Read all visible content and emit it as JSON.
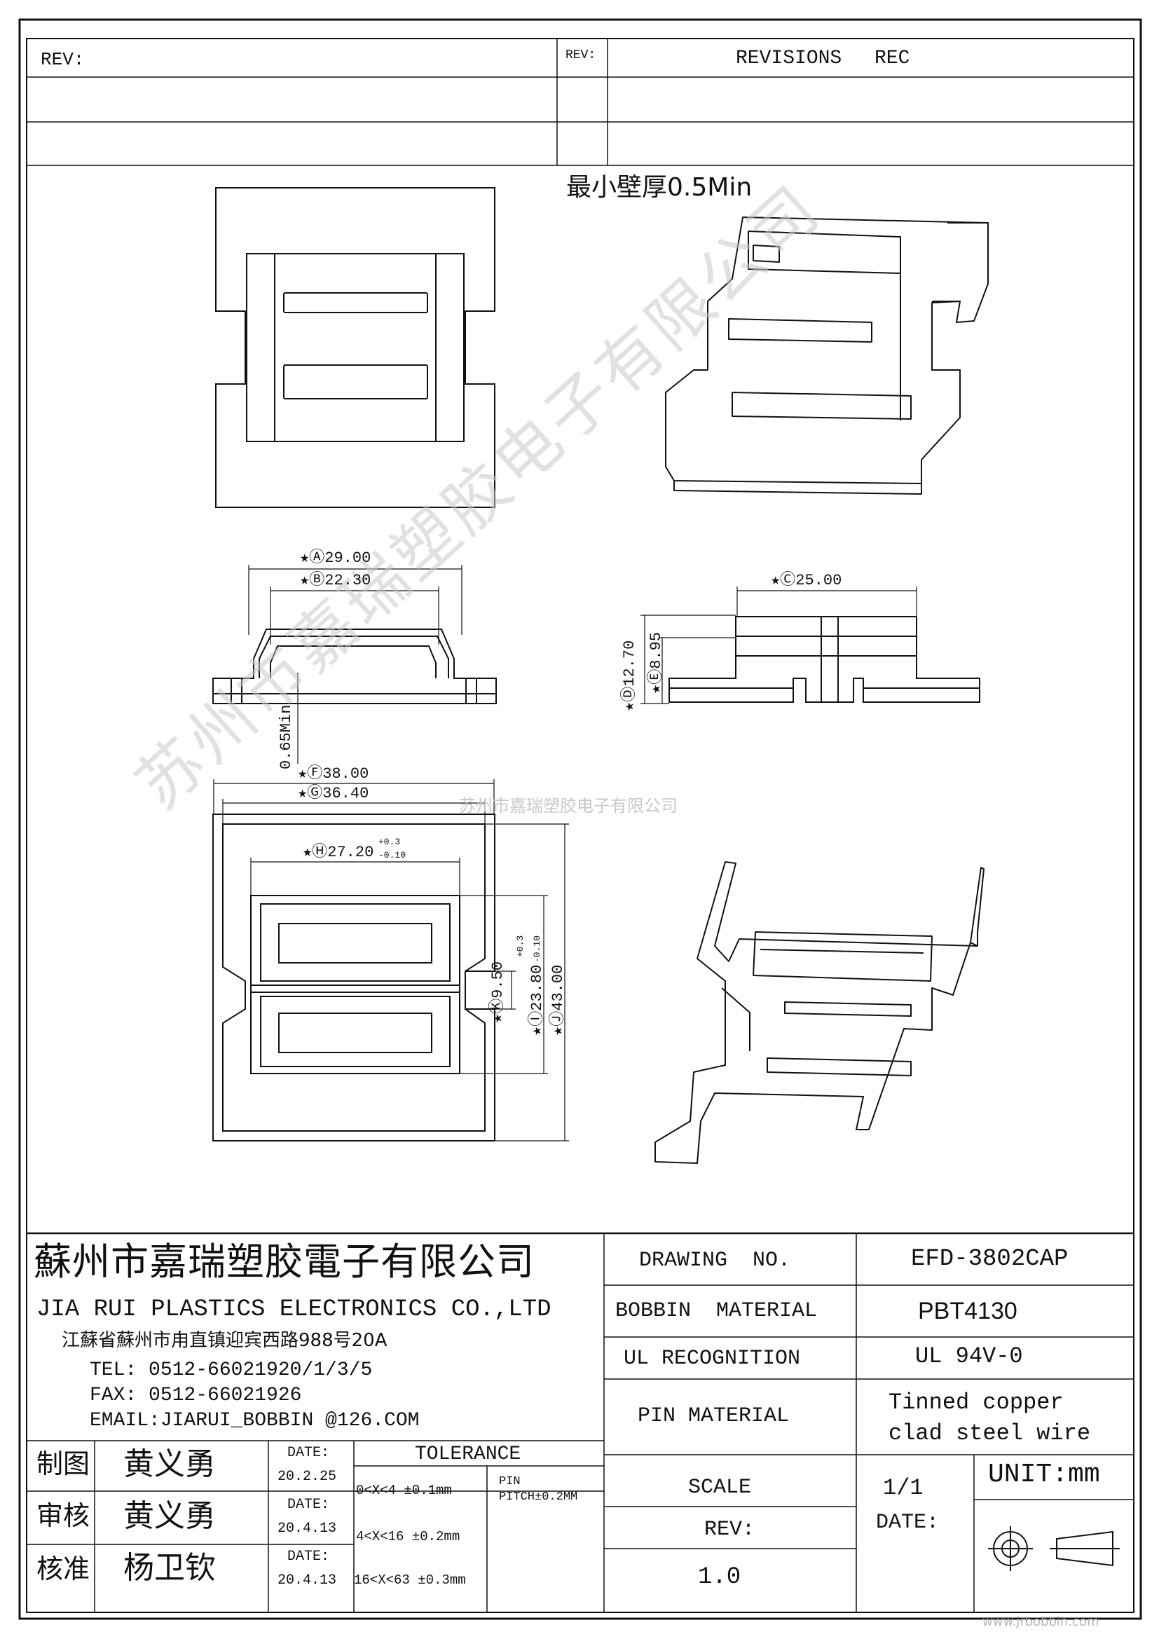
{
  "revision_block": {
    "rev_label": "REV:",
    "rev_label_short": "REV:",
    "revisions_label": "REVISIONS",
    "rec_label": "REC"
  },
  "notes": {
    "min_wall": "最小壁厚0.5Min"
  },
  "dimensions": {
    "A": "29.00",
    "B": "22.30",
    "C": "25.00",
    "D": "12.70",
    "E": "8.95",
    "F": "38.00",
    "G": "36.40",
    "H": "27.20",
    "H_tol_upper": "+0.3",
    "H_tol_lower": "-0.10",
    "I": "23.80",
    "I_tol_upper": "+0.3",
    "I_tol_lower": "-0.10",
    "J": "43.00",
    "K": "9.50",
    "wall_min": "0.65Min"
  },
  "dimension_letters": {
    "A": "Ⓐ",
    "B": "Ⓑ",
    "C": "Ⓒ",
    "D": "Ⓓ",
    "E": "Ⓔ",
    "F": "Ⓕ",
    "G": "Ⓖ",
    "H": "Ⓗ",
    "I": "Ⓘ",
    "J": "Ⓙ",
    "K": "Ⓚ"
  },
  "critical_mark": "★",
  "watermark_center": "苏州市嘉瑞塑胶电子有限公司",
  "watermark_diagonal": "苏州市嘉瑞塑胶电子有限公司",
  "company": {
    "name_cn": "蘇州市嘉瑞塑胶電子有限公司",
    "name_en": "JIA RUI PLASTICS ELECTRONICS CO.,LTD",
    "address": "江蘇省蘇州市甪直镇迎宾西路988号20A",
    "tel": "TEL: 0512-66021920/1/3/5",
    "fax": "FAX: 0512-66021926",
    "email": "EMAIL:JIARUI_BOBBIN @126.COM"
  },
  "title_block": {
    "drawing_no_label": "DRAWING  NO.",
    "drawing_no": "EFD-3802CAP",
    "bobbin_material_label": "BOBBIN  MATERIAL",
    "bobbin_material": "PBT4130",
    "ul_label": "UL RECOGNITION",
    "ul_value": "UL 94V-0",
    "pin_material_label": "PIN MATERIAL",
    "pin_material_line1": "Tinned copper",
    "pin_material_line2": "clad steel wire",
    "scale_label": "SCALE",
    "scale_value": "1/1",
    "rev_label": "REV:",
    "rev_value": "1.0",
    "unit_label": "UNIT:mm",
    "date_label": "DATE:"
  },
  "approvals": [
    {
      "role": "制图",
      "name": "黄义勇",
      "date_label": "DATE:",
      "date": "20.2.25"
    },
    {
      "role": "审核",
      "name": "黄义勇",
      "date_label": "DATE:",
      "date": "20.4.13"
    },
    {
      "role": "核准",
      "name": "杨卫钦",
      "date_label": "DATE:",
      "date": "20.4.13"
    }
  ],
  "tolerance": {
    "title": "TOLERANCE",
    "rows": [
      "0<X<4  ±0.1mm",
      "4<X<16 ±0.2mm",
      "16<X<63 ±0.3mm"
    ],
    "pin_label": "PIN",
    "pin_pitch": "PITCH±0.2MM"
  },
  "footer_url": "www.jrbobbin.com"
}
